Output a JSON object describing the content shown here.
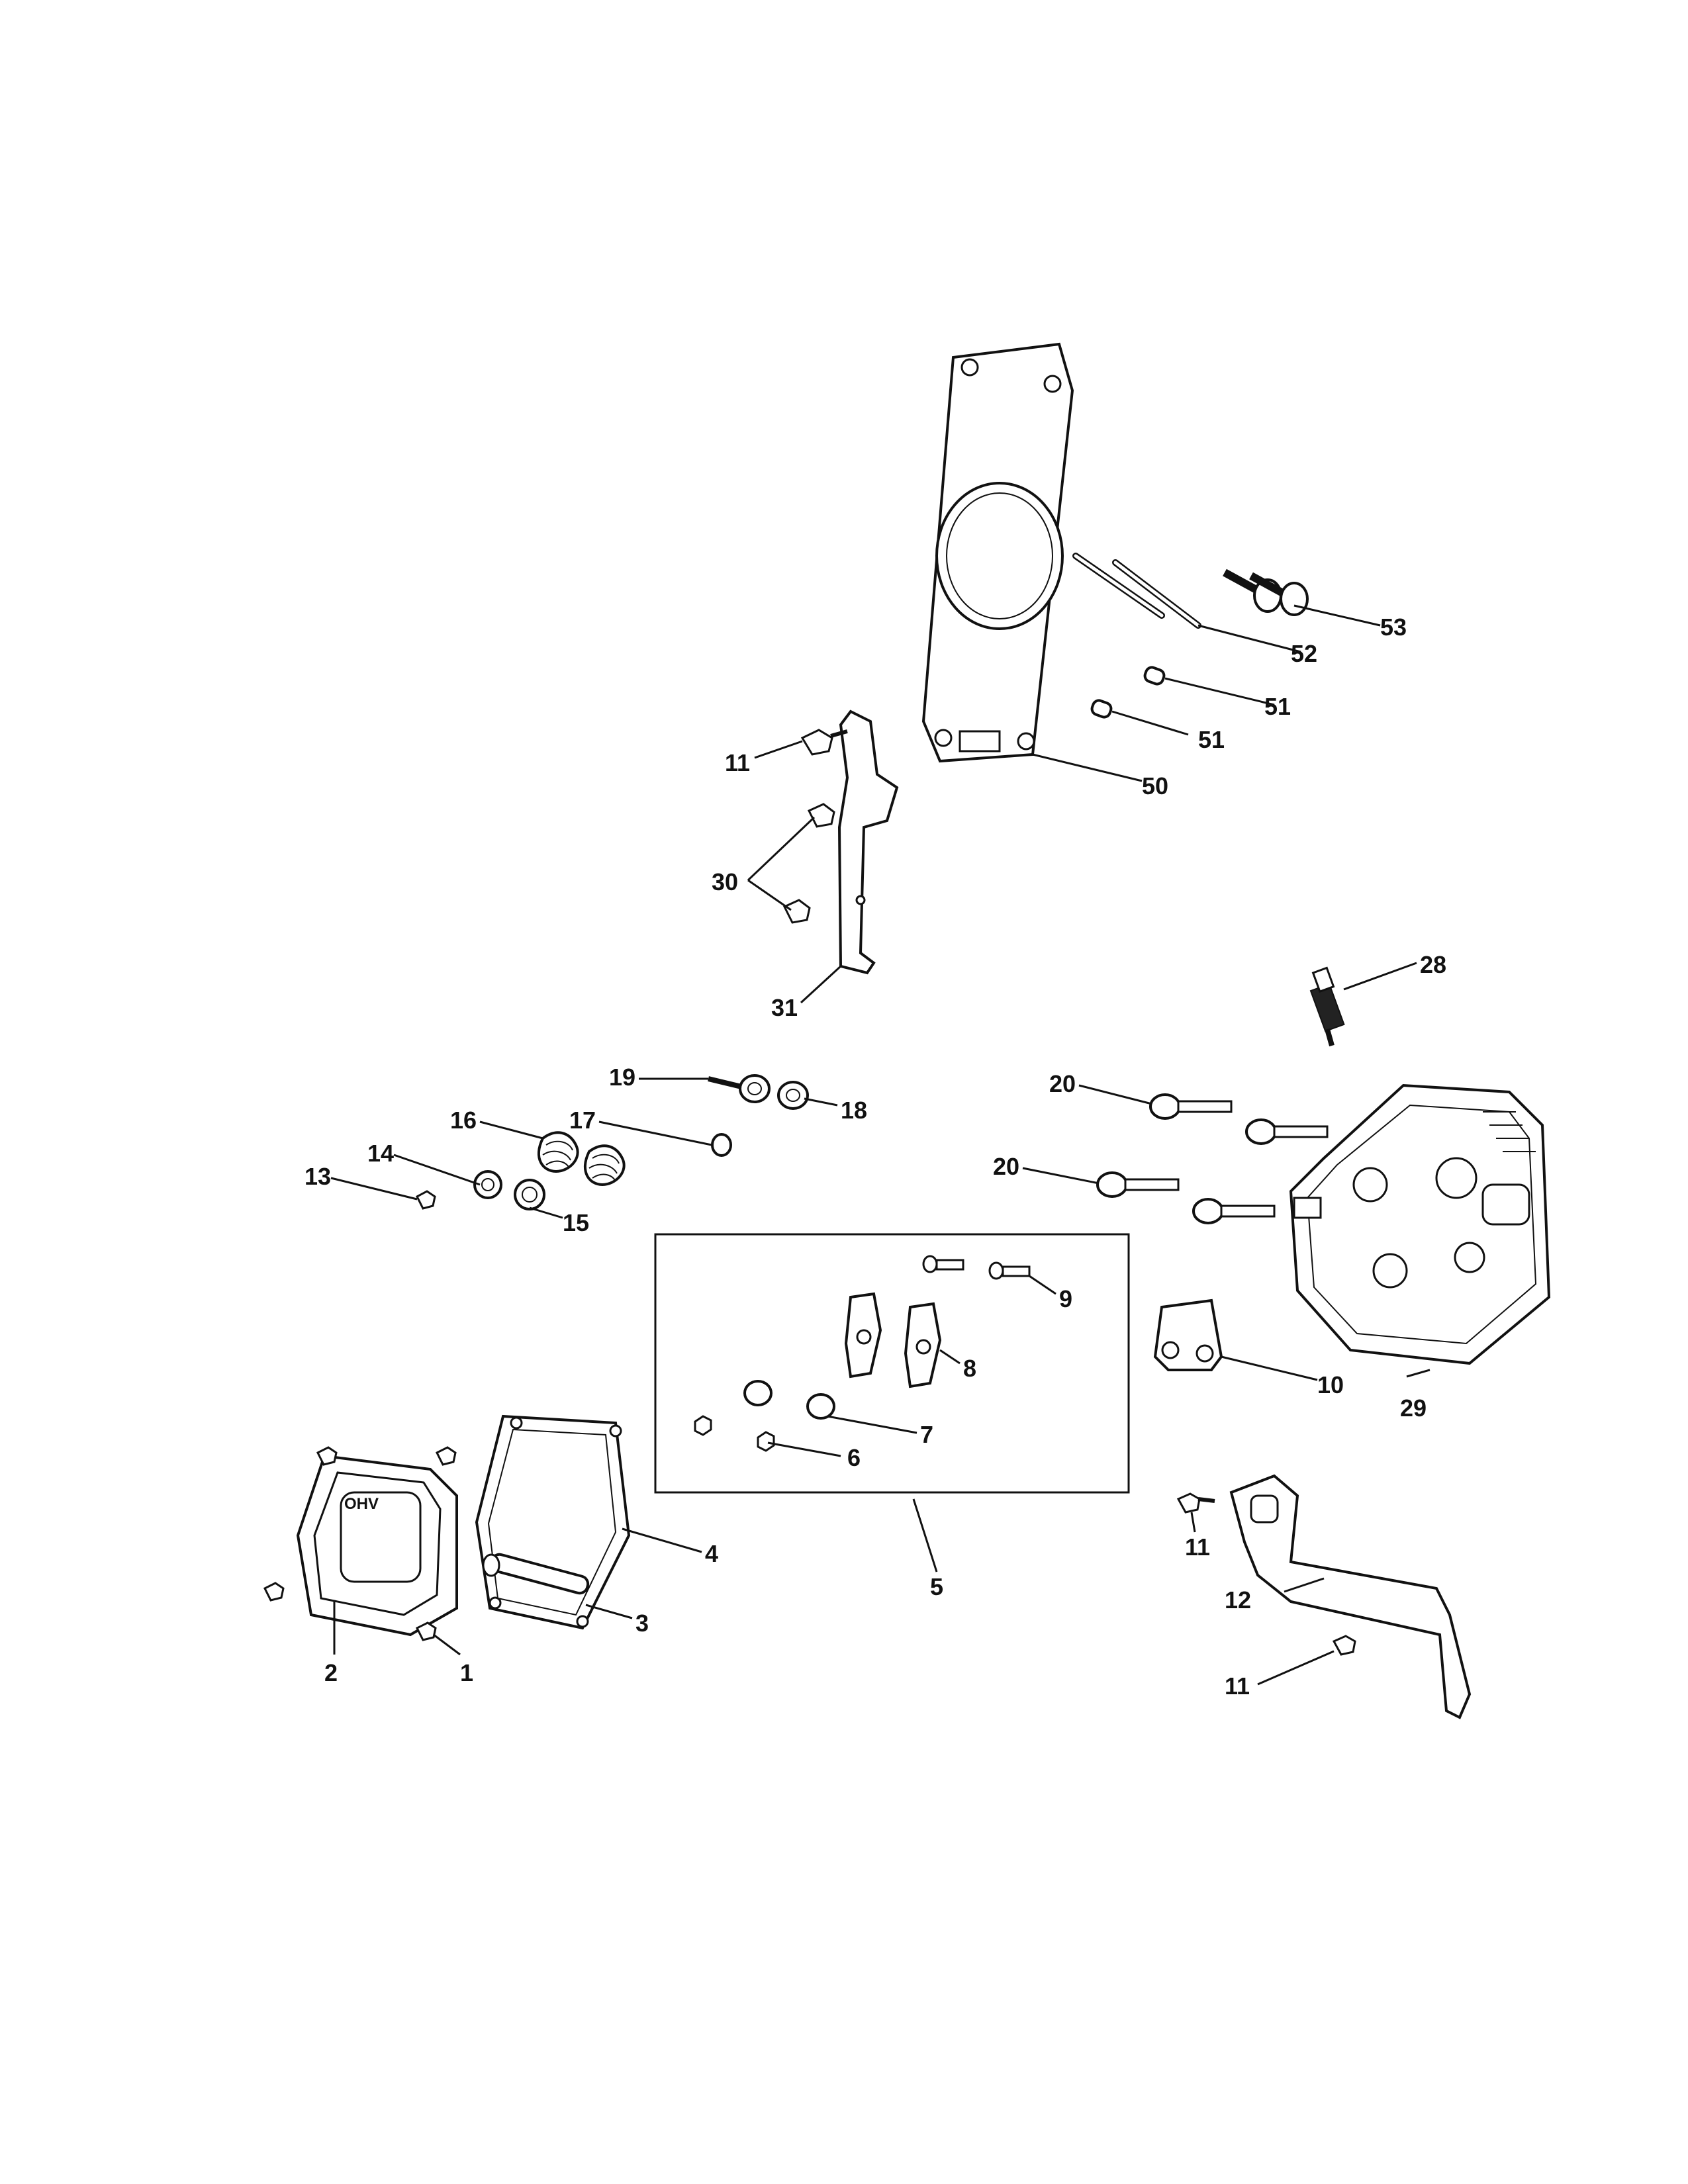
{
  "callouts": {
    "c1": "1",
    "c2": "2",
    "c3": "3",
    "c4": "4",
    "c5": "5",
    "c6": "6",
    "c7": "7",
    "c8": "8",
    "c9": "9",
    "c10": "10",
    "c11a": "11",
    "c11b": "11",
    "c11c": "11",
    "c12": "12",
    "c13": "13",
    "c14": "14",
    "c15": "15",
    "c16": "16",
    "c17": "17",
    "c18": "18",
    "c19": "19",
    "c20a": "20",
    "c20b": "20",
    "c28": "28",
    "c29": "29",
    "c30": "30",
    "c31": "31",
    "c50": "50",
    "c51a": "51",
    "c51b": "51",
    "c52": "52",
    "c53": "53"
  },
  "cover_marking": "OHV"
}
